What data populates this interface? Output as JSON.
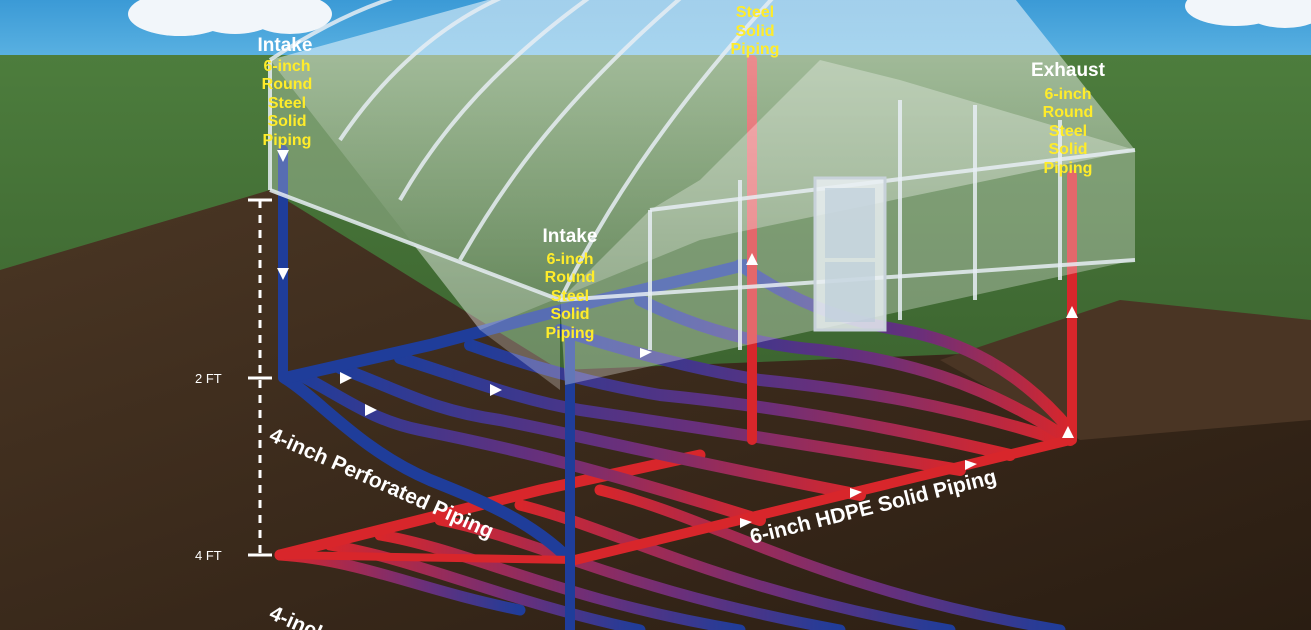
{
  "labels": {
    "intake_left": {
      "title": "Intake",
      "lines": [
        "6-inch",
        "Round",
        "Steel",
        "Solid",
        "Piping"
      ]
    },
    "intake_center": {
      "title": "Intake",
      "lines": [
        "6-inch",
        "Round",
        "Steel",
        "Solid",
        "Piping"
      ]
    },
    "top_center": {
      "lines": [
        "Steel",
        "Solid",
        "Piping"
      ]
    },
    "exhaust": {
      "title": "Exhaust",
      "lines": [
        "6-inch",
        "Round",
        "Steel",
        "Solid",
        "Piping"
      ]
    }
  },
  "depth_scale": {
    "marks": [
      "2 FT",
      "4 FT"
    ]
  },
  "pipes": {
    "perforated_upper": "4-inch Perforated Piping",
    "perforated_lower": "4-inch",
    "hdpe": "6-inch HDPE Solid Piping"
  },
  "colors": {
    "sky": "#4ea6dc",
    "grass": "#3f6a33",
    "soil": "#3a2a1c",
    "cold_pipe": "#1f3d9a",
    "warm_pipe": "#d8262b",
    "label_yellow": "#ffec2a",
    "frame": "#dfe7ee"
  }
}
